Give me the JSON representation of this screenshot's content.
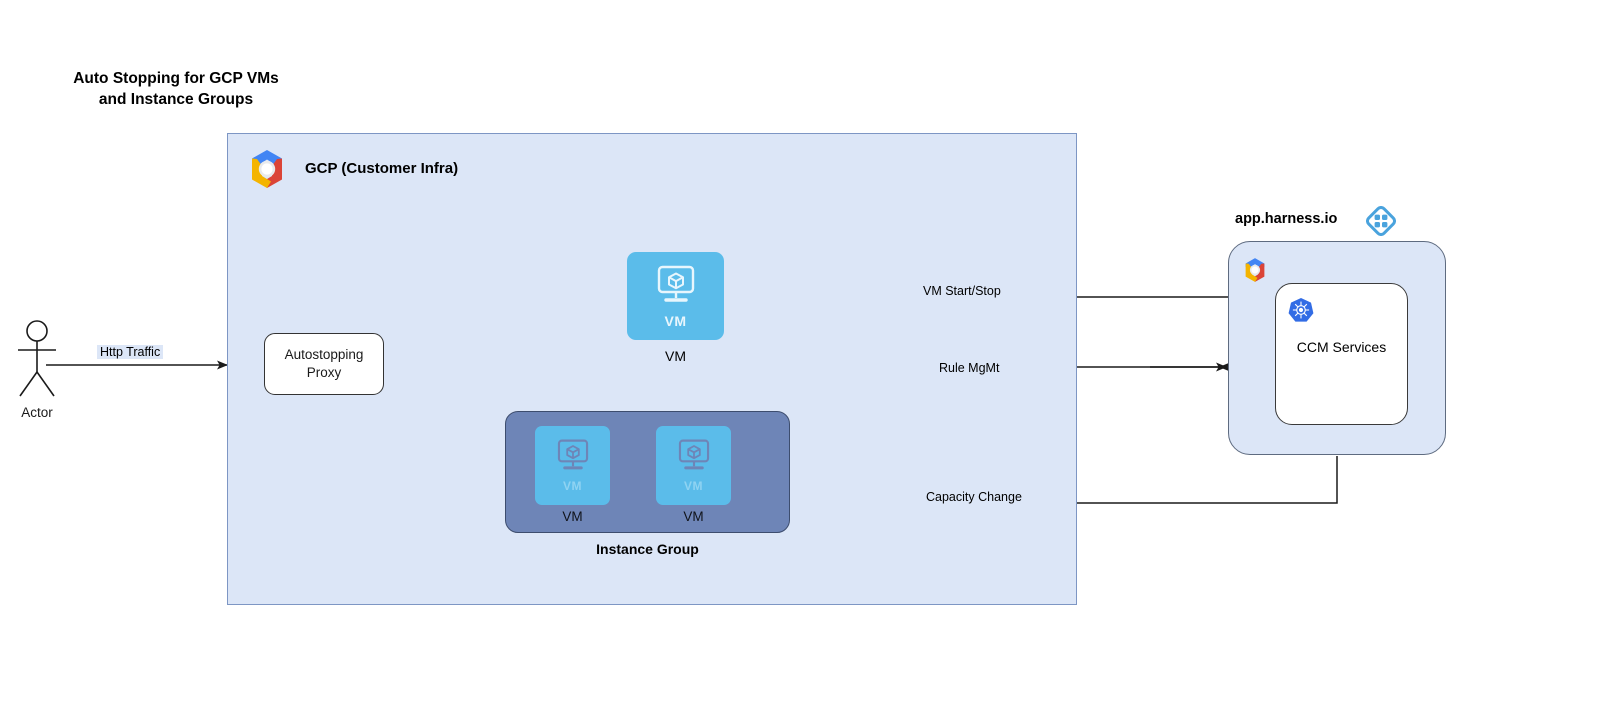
{
  "title": "Auto Stopping for GCP VMs\nand Instance Groups",
  "gcp_panel": {
    "title": "GCP (Customer Infra)",
    "logo_icon": "gcp-logo-icon"
  },
  "actor": {
    "label": "Actor",
    "icon": "actor-stick-figure-icon"
  },
  "proxy": {
    "label": "Autostopping\nProxy"
  },
  "vm_standalone": {
    "inner_label": "VM",
    "caption": "VM",
    "icon": "vm-monitor-cube-icon"
  },
  "instance_group": {
    "caption": "Instance Group",
    "vms": [
      {
        "inner_label": "VM",
        "caption": "VM",
        "icon": "vm-monitor-cube-icon"
      },
      {
        "inner_label": "VM",
        "caption": "VM",
        "icon": "vm-monitor-cube-icon"
      }
    ]
  },
  "harness": {
    "title": "app.harness.io",
    "logo_icon": "harness-diamond-logo-icon",
    "gcp_logo_icon": "gcp-logo-icon",
    "service": {
      "label": "CCM Services",
      "icon": "kubernetes-logo-icon"
    }
  },
  "edges": {
    "http_traffic": "Http Traffic",
    "vm_start_stop": "VM Start/Stop",
    "rule_mgmt": "Rule MgMt",
    "capacity_change": "Capacity Change"
  },
  "colors": {
    "panel_fill": "#dce6f7",
    "panel_border": "#7d96c4",
    "vm_blue": "#5bbcea",
    "instance_group_slate": "#6e85b7",
    "harness_blue": "#4aa3dd",
    "kubernetes_blue": "#326ce5",
    "line": "#1a1a1a"
  }
}
